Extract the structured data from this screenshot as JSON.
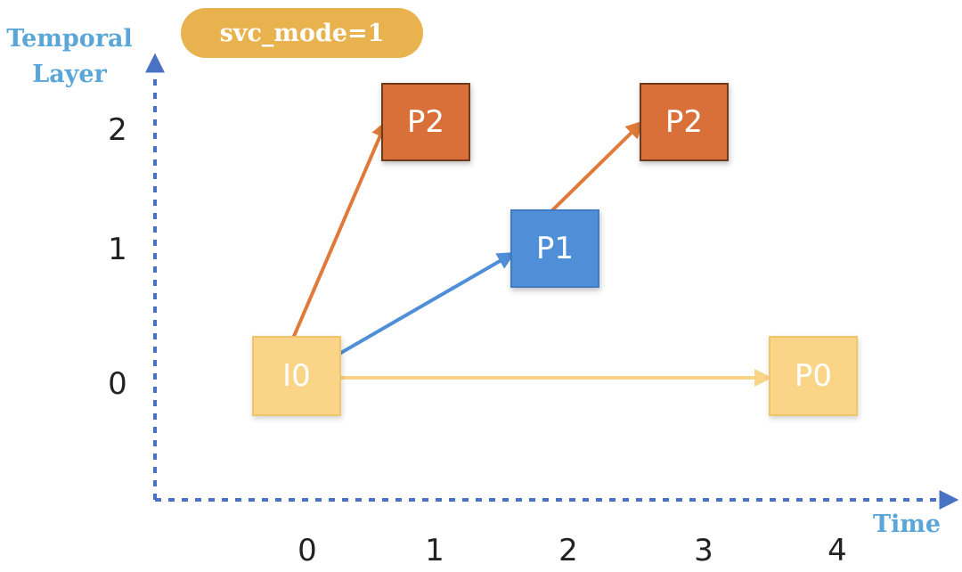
{
  "badge": {
    "label": "svc_mode=1",
    "color": "#e8b24e"
  },
  "axes": {
    "y_title": [
      "Temporal",
      "Layer"
    ],
    "x_title": "Time",
    "y_ticks": [
      "0",
      "1",
      "2"
    ],
    "x_ticks": [
      "0",
      "1",
      "2",
      "3",
      "4"
    ],
    "color": "#4a72c4",
    "title_color": "#5aa6d8"
  },
  "frames": [
    {
      "id": "I0",
      "label": "I0",
      "time": 0,
      "layer": 0
    },
    {
      "id": "P2a",
      "label": "P2",
      "time": 1,
      "layer": 2
    },
    {
      "id": "P1",
      "label": "P1",
      "time": 2,
      "layer": 1
    },
    {
      "id": "P2b",
      "label": "P2",
      "time": 3,
      "layer": 2
    },
    {
      "id": "P0",
      "label": "P0",
      "time": 4,
      "layer": 0
    }
  ],
  "edges": [
    {
      "from": "I0",
      "to": "P2a",
      "color": "#e07a3a"
    },
    {
      "from": "I0",
      "to": "P1",
      "color": "#4f8fd8"
    },
    {
      "from": "I0",
      "to": "P0",
      "color": "#fbd587"
    },
    {
      "from": "P1",
      "to": "P2b",
      "color": "#e07a3a"
    }
  ],
  "layer_colors": {
    "0": "#fbd587",
    "1": "#4f8fd8",
    "2": "#d9703a"
  }
}
